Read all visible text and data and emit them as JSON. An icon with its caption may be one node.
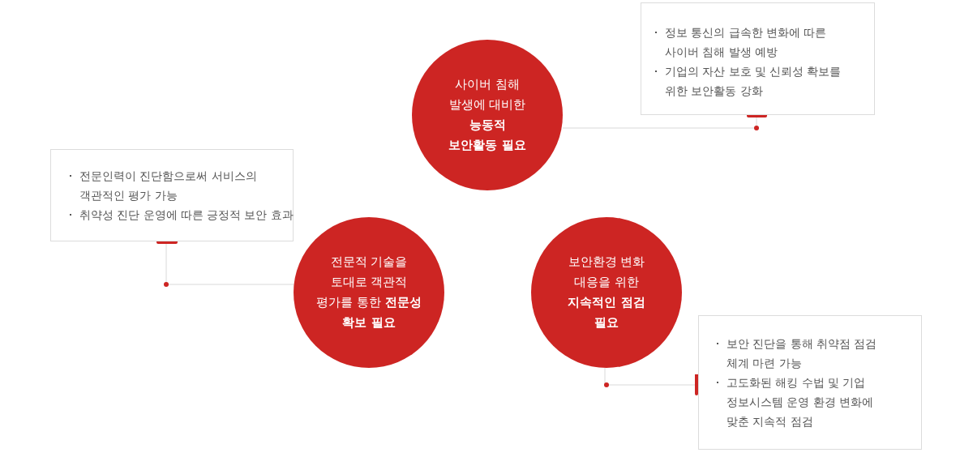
{
  "diagram": {
    "nodes": [
      {
        "text": [
          "사이버 침해 발생에 대비한 **능동적 보안활동 필요**"
        ]
      },
      {
        "text": [
          "정보 통신의 급속한 변화에 따른 사이버 침해 발생 예방",
          "기업의 자산 보호 및 신뢰성 확보를 위한 보안활동 강화"
        ]
      },
      {
        "text": [
          "전문인력이 진단함으로써 서비스의 객관적인 평가 가능",
          "취약성 진단 운영에 따른 긍정적 보안 효과"
        ]
      },
      {
        "text": [
          "전문적 기술을 토대로 객관적 평가를 통한 **전문성 확보 필요**"
        ]
      },
      {
        "text": [
          "보안환경 변화 대응을 위한 **지속적인 점검 필요**"
        ]
      },
      {
        "text": [
          "보안 진단을 통해 취약점 점검 체계 마련 가능",
          "고도화된 해킹 수법 및 기업 정보시스템 운영 환경 변화에 맞춘 지속적 점검"
        ]
      }
    ],
    "edges": [
      {
        "from": 0,
        "to": 1,
        "arrow": "none"
      },
      {
        "from": 3,
        "to": 2,
        "arrow": "none"
      },
      {
        "from": 4,
        "to": 5,
        "arrow": "none"
      }
    ]
  }
}
